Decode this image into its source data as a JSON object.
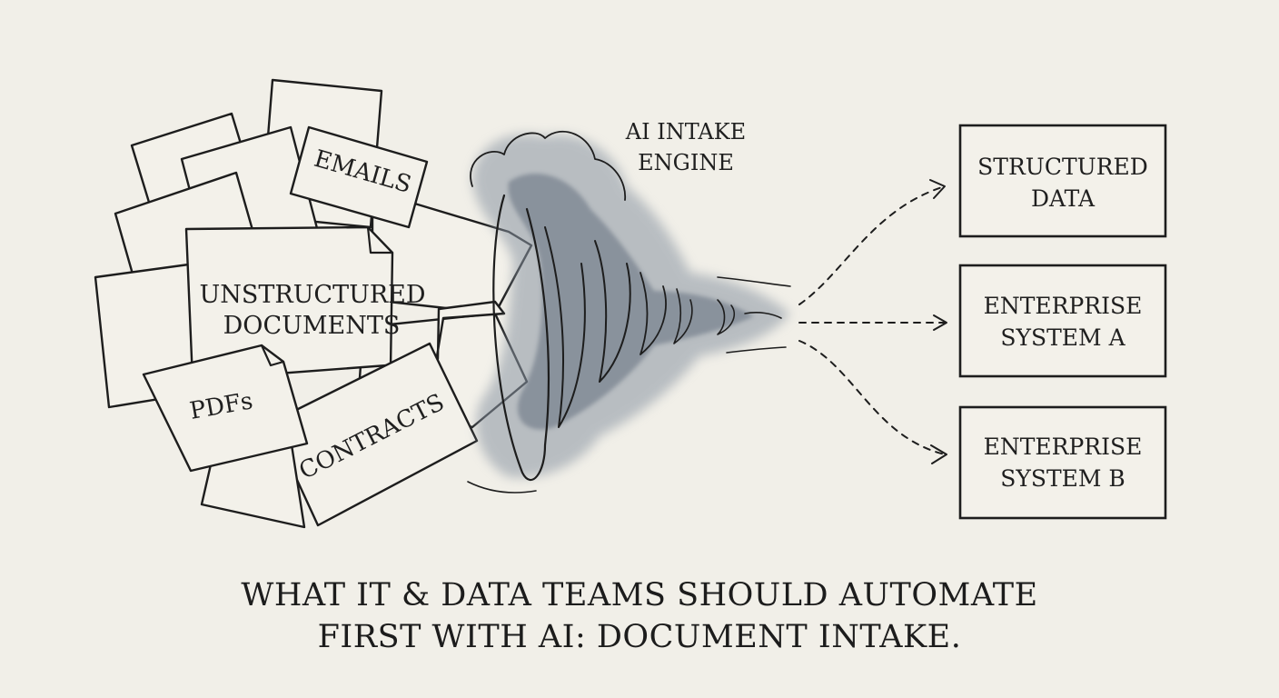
{
  "sources": {
    "emails": "EMAILS",
    "unstructured_line1": "UNSTRUCTURED",
    "unstructured_line2": "DOCUMENTS",
    "pdfs": "PDFs",
    "contracts": "CONTRACTS"
  },
  "engine": {
    "line1": "AI INTAKE",
    "line2": "ENGINE"
  },
  "outputs": [
    {
      "line1": "STRUCTURED",
      "line2": "DATA"
    },
    {
      "line1": "ENTERPRISE",
      "line2": "SYSTEM A"
    },
    {
      "line1": "ENTERPRISE",
      "line2": "SYSTEM B"
    }
  ],
  "caption": {
    "line1": "WHAT IT & DATA TEAMS SHOULD AUTOMATE",
    "line2": "FIRST WITH AI: DOCUMENT INTAKE."
  },
  "colors": {
    "background": "#f1efe8",
    "ink": "#1d1d1d",
    "wash": "#6f7c8c"
  }
}
